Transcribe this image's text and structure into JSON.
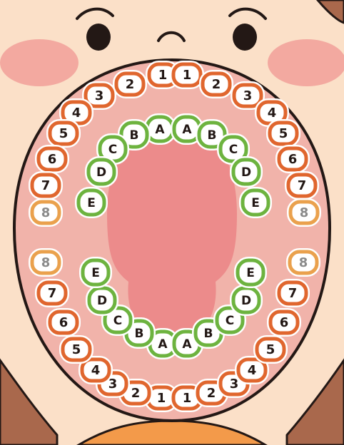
{
  "upper_arch": {
    "adult_right": [
      "1",
      "2",
      "3",
      "4",
      "5",
      "6",
      "7",
      "8"
    ],
    "adult_left": [
      "1",
      "2",
      "3",
      "4",
      "5",
      "6",
      "7",
      "8"
    ],
    "baby_right": [
      "A",
      "B",
      "C",
      "D",
      "E"
    ],
    "baby_left": [
      "A",
      "B",
      "C",
      "D",
      "E"
    ]
  },
  "lower_arch": {
    "adult_right": [
      "1",
      "2",
      "3",
      "4",
      "5",
      "6",
      "7",
      "8"
    ],
    "adult_left": [
      "1",
      "2",
      "3",
      "4",
      "5",
      "6",
      "7",
      "8"
    ],
    "baby_right": [
      "A",
      "B",
      "C",
      "D",
      "E"
    ],
    "baby_left": [
      "A",
      "B",
      "C",
      "D",
      "E"
    ]
  },
  "colors": {
    "skin": "#fbe0c8",
    "cheek": "#f3a9a0",
    "hair": "#a9684c",
    "mouth_outer": "#f1b3aa",
    "mouth_inner": "#ec8b8b",
    "adult_tooth_outline": "#e0662e",
    "wisdom_tooth_outline": "#eaa14d",
    "baby_tooth_outline": "#6db33f",
    "outline": "#231815",
    "shirt": "#f39a4a",
    "wisdom_label": "#8a8a8a"
  }
}
